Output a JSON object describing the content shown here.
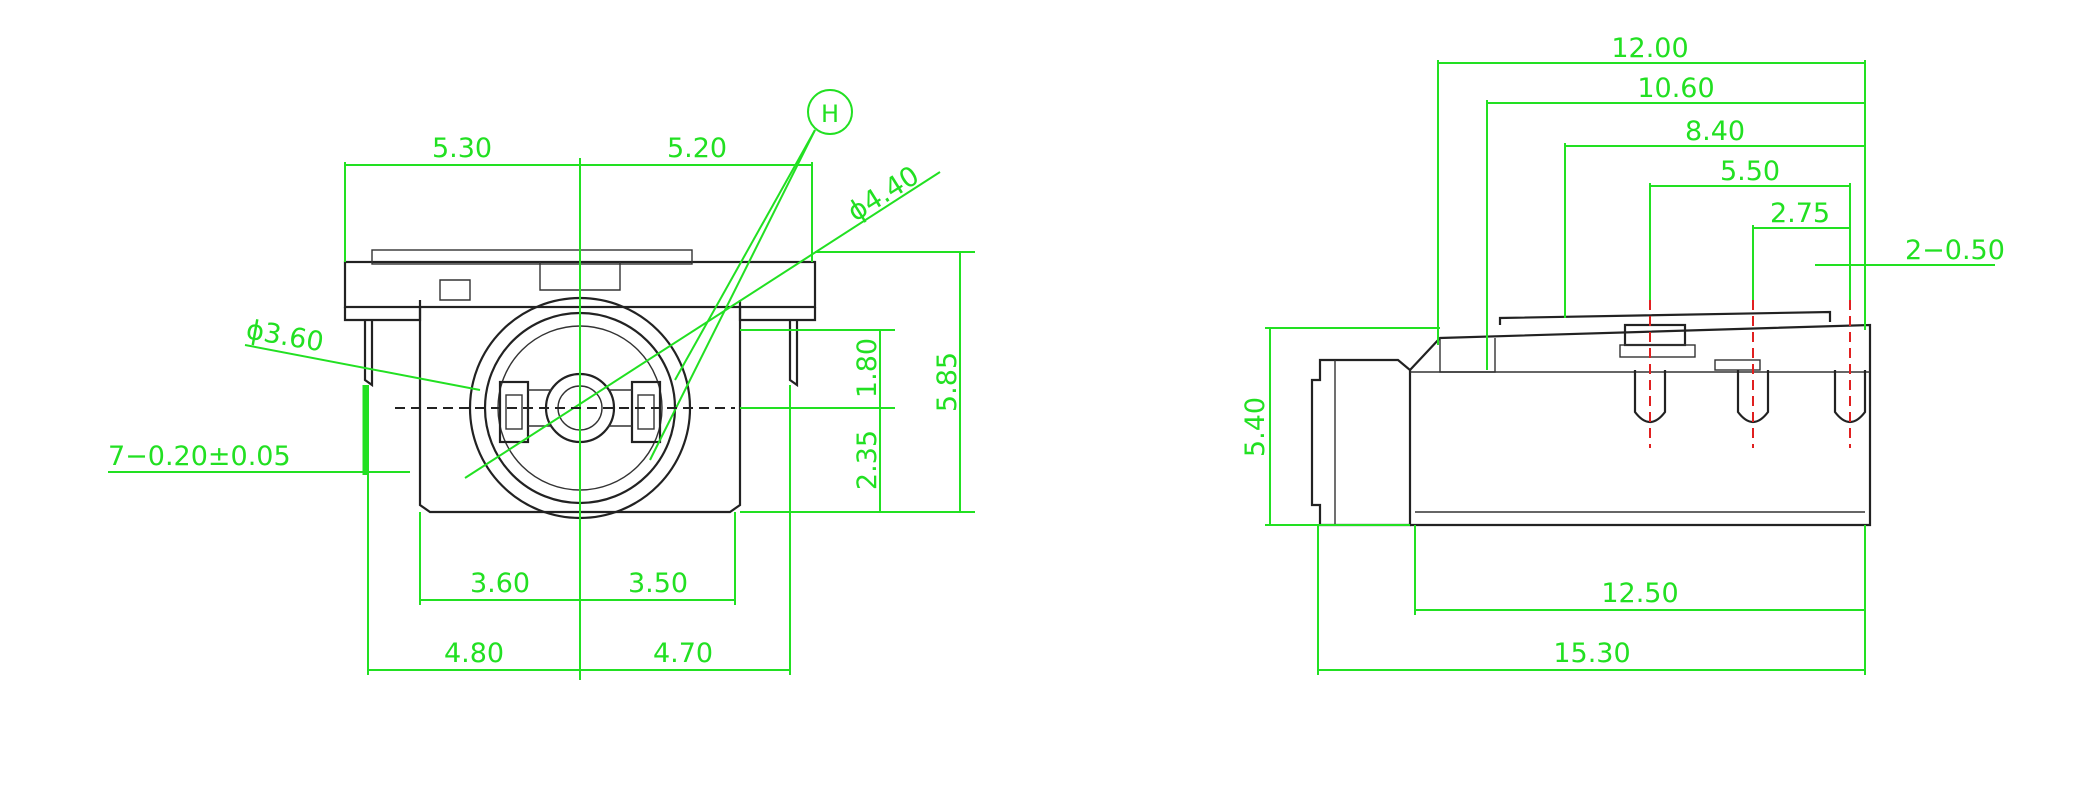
{
  "colors": {
    "dimension": "#22e022",
    "outline": "#222222",
    "hidden_center": "#e02020",
    "background": "#ffffff"
  },
  "front_view": {
    "top_left_width": "5.30",
    "top_right_width": "5.20",
    "hole_label": "H",
    "hole_diameter": "ϕ4.40",
    "left_hole_diameter": "ϕ3.60",
    "pin_spec": "7−0.20±0.05",
    "center_height": "1.80",
    "overall_height": "5.85",
    "lower_height": "2.35",
    "bottom_left_inner": "3.60",
    "bottom_right_inner": "3.50",
    "bottom_left_outer": "4.80",
    "bottom_right_outer": "4.70"
  },
  "side_view": {
    "dim_12_00": "12.00",
    "dim_10_60": "10.60",
    "dim_8_40": "8.40",
    "dim_5_50": "5.50",
    "dim_2_75": "2.75",
    "pin_spec": "2−0.50",
    "body_height": "5.40",
    "body_length": "12.50",
    "overall_length": "15.30"
  }
}
